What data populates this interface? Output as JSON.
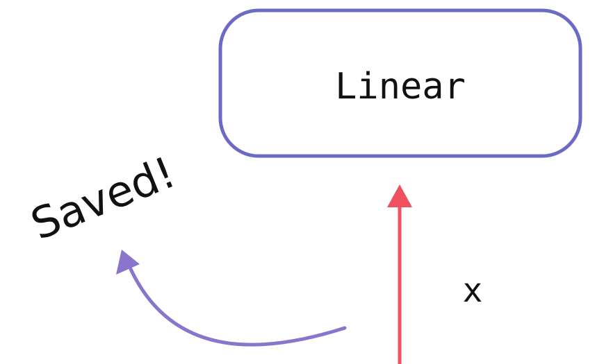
{
  "diagram": {
    "module_box": {
      "label": "Linear"
    },
    "input_arrow": {
      "label": "x"
    },
    "saved_note": {
      "label": "Saved!"
    }
  },
  "colors": {
    "box_stroke": "#6B6BC5",
    "input_arrow": "#F0505F",
    "saved_arrow": "#8A75CC",
    "text": "#111111"
  }
}
